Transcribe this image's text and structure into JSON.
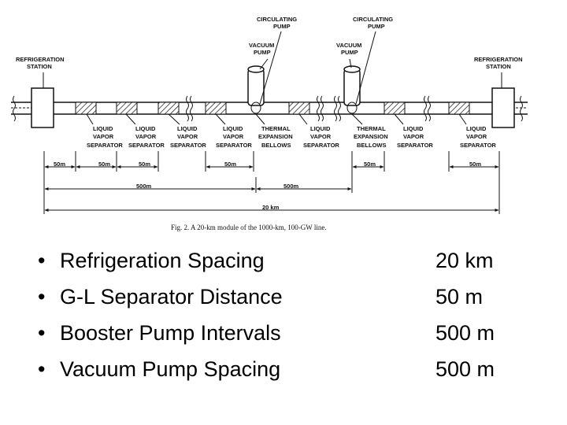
{
  "figure": {
    "labels": {
      "refrigeration_station": [
        "REFRIGERATION",
        "STATION"
      ],
      "circulating_pump": [
        "CIRCULATING",
        "PUMP"
      ],
      "vacuum_pump": [
        "VACUUM",
        "PUMP"
      ],
      "liquid_vapor_separator": [
        "LIQUID",
        "VAPOR",
        "SEPARATOR"
      ],
      "thermal_expansion_bellows": [
        "THERMAL",
        "EXPANSION",
        "BELLOWS"
      ]
    },
    "dimensions": {
      "d50": "50m",
      "d500": "500m",
      "d20km": "20 km"
    },
    "caption": "Fig. 2.   A 20-km module of the 1000-km, 100-GW line."
  },
  "specs": [
    {
      "bullet": "•",
      "name": "Refrigeration Spacing",
      "value": "20 km"
    },
    {
      "bullet": "•",
      "name": "G-L Separator Distance",
      "value": "50 m"
    },
    {
      "bullet": "•",
      "name": "Booster Pump Intervals",
      "value": "500 m"
    },
    {
      "bullet": "•",
      "name": "Vacuum Pump Spacing",
      "value": "500 m"
    }
  ]
}
